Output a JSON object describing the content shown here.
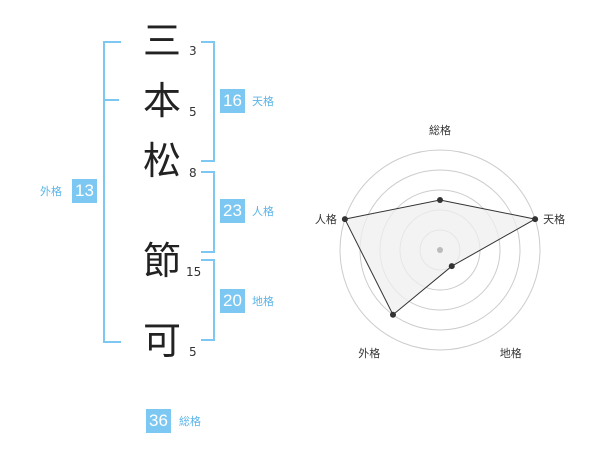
{
  "name_chars": [
    {
      "char": "三",
      "strokes": "3"
    },
    {
      "char": "本",
      "strokes": "5"
    },
    {
      "char": "松",
      "strokes": "8"
    },
    {
      "char": "節",
      "strokes": "15"
    },
    {
      "char": "可",
      "strokes": "5"
    }
  ],
  "fortunes": {
    "tenkaku": {
      "value": "16",
      "label": "天格"
    },
    "jinkaku": {
      "value": "23",
      "label": "人格"
    },
    "chikaku": {
      "value": "20",
      "label": "地格"
    },
    "gaikaku": {
      "value": "13",
      "label": "外格"
    },
    "soukaku": {
      "value": "36",
      "label": "総格"
    }
  },
  "chart_data": {
    "type": "radar",
    "axes": [
      "総格",
      "天格",
      "地格",
      "外格",
      "人格"
    ],
    "values": [
      0.5,
      1.0,
      0.2,
      0.8,
      1.0
    ],
    "max": 1.0,
    "rings": 5,
    "colors": {
      "fill": "#efefef",
      "line": "#333333",
      "grid": "#cccccc",
      "point": "#333333",
      "center": "#bbbbbb"
    }
  }
}
